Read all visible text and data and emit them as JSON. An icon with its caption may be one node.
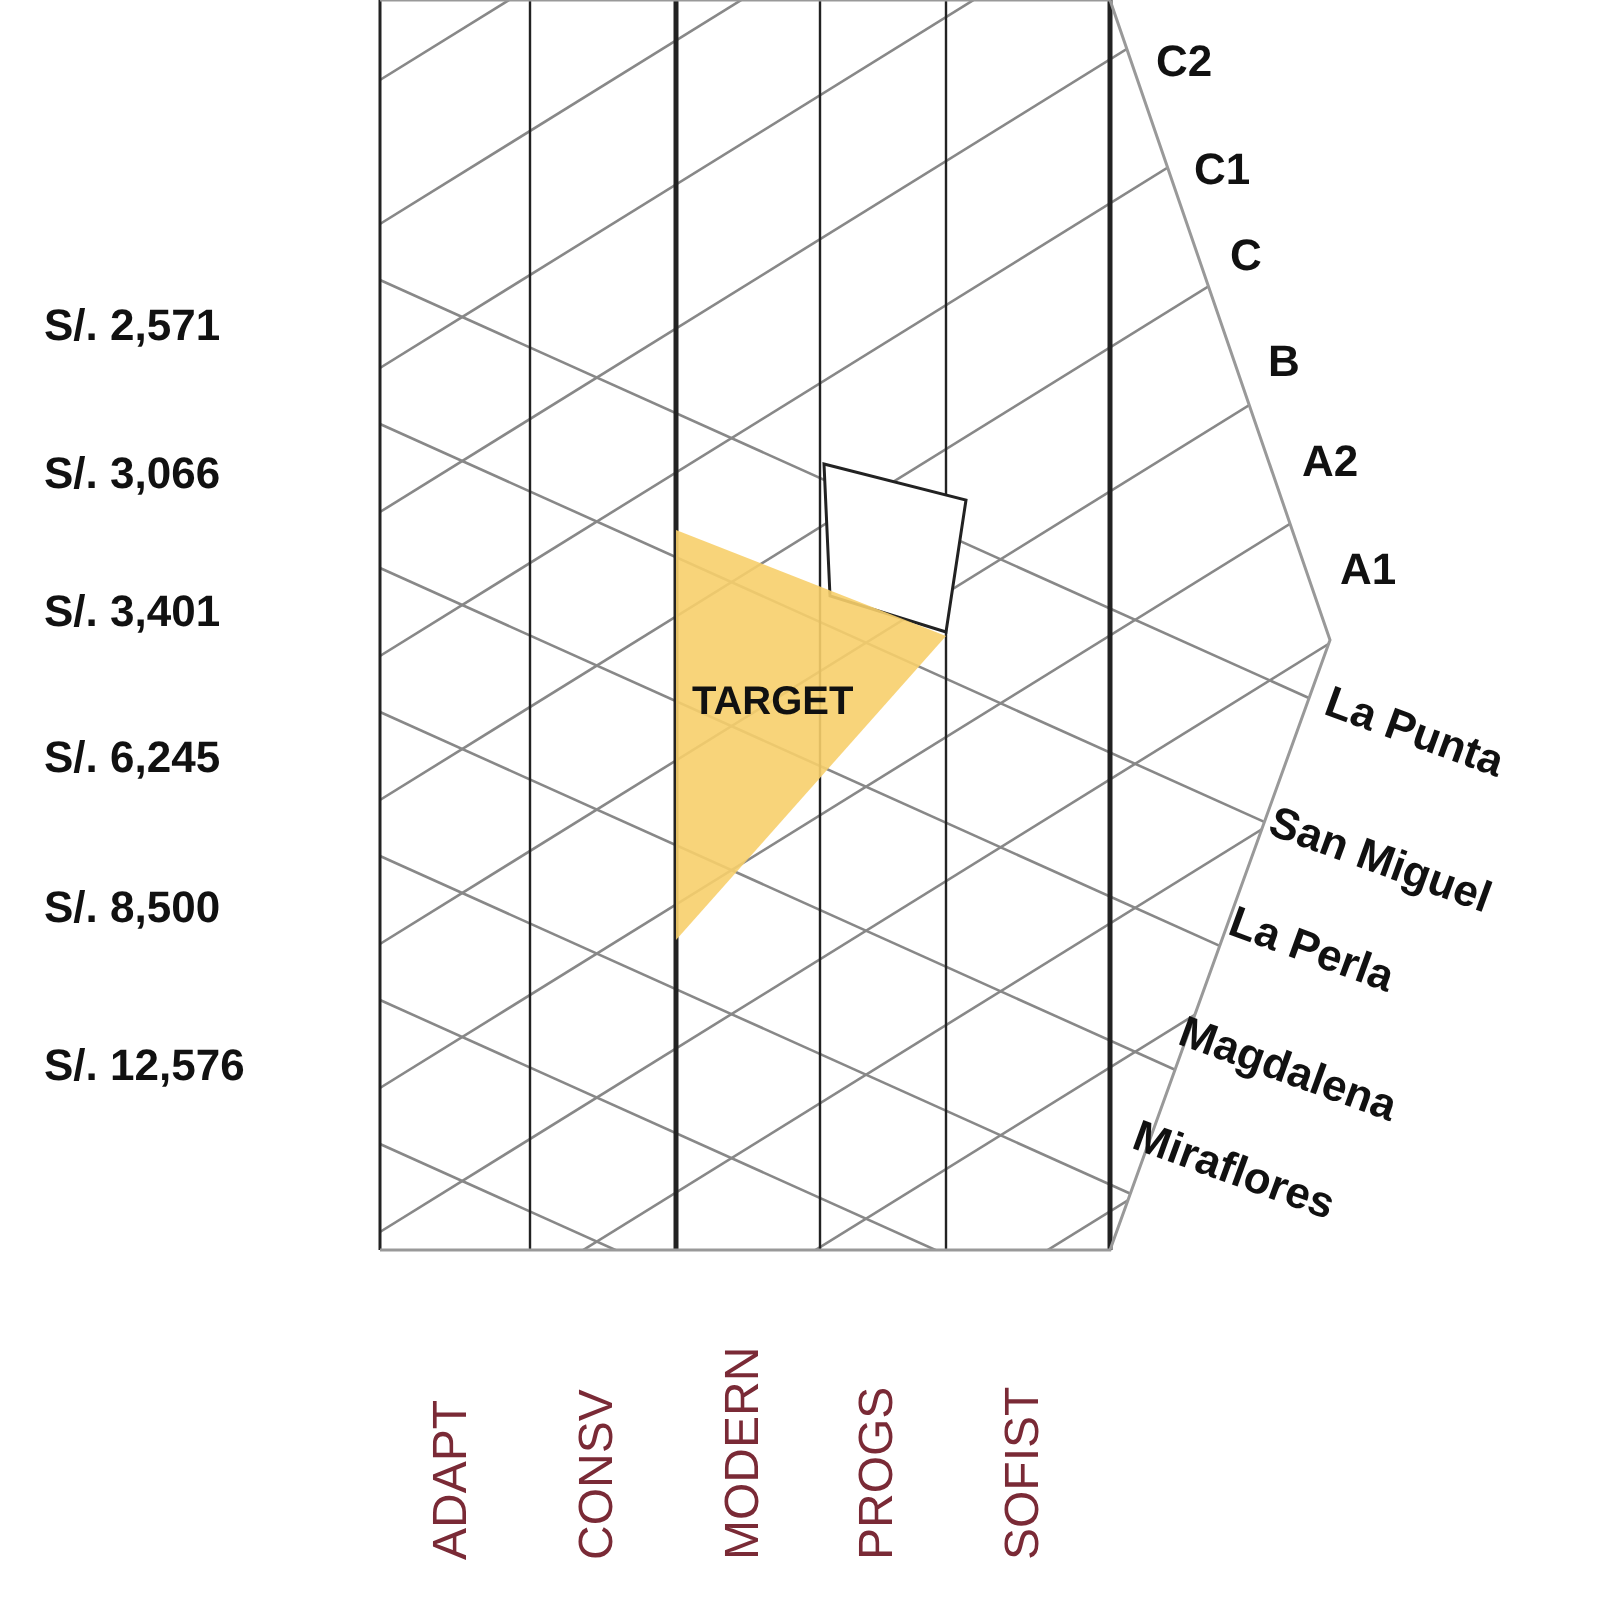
{
  "diagram": {
    "nodes": [
      {
        "text": [
          "TARGET"
        ]
      }
    ],
    "labels": [
      "C2",
      "C1",
      "C",
      "B",
      "A2",
      "A1",
      "S/. 2,571",
      "S/. 3,066",
      "S/. 3,401",
      "S/. 6,245",
      "S/. 8,500",
      "S/. 12,576",
      "La Punta",
      "San Miguel",
      "La Perla",
      "Magdalena",
      "Miraflores",
      "ADAPT",
      "CONSV",
      "MODERN",
      "PROGS",
      "SOFIST"
    ]
  }
}
